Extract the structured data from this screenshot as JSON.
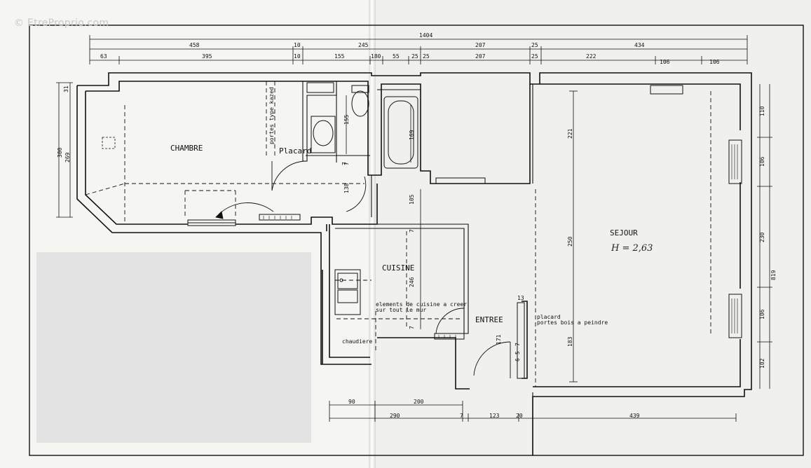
{
  "watermark": "© EtreProprio.com",
  "rooms": {
    "chambre": "CHAMBRE",
    "placard": "Placard",
    "cuisine": "CUISINE",
    "sejour": "SEJOUR",
    "entree": "ENTREE",
    "chaudiere": "chaudiere",
    "placard_entree": "placard",
    "portes_bois": "portes bois a peindre",
    "portes_type": "portes type kazed",
    "elements_cuisine": "elements de cuisine a creer",
    "sur_tout": "sur tout le mur",
    "hauteur": "H = 2,63"
  },
  "dimensions": {
    "top_total": "1404",
    "top_row1": [
      "458",
      "10",
      "245",
      "207",
      "25",
      "434"
    ],
    "top_row2": [
      "63",
      "395",
      "10",
      "155",
      "180",
      "55",
      "25",
      "25",
      "207",
      "25",
      "222",
      "106",
      "106"
    ],
    "left": [
      "31",
      "300",
      "269"
    ],
    "right_outer": "819",
    "right_inner": [
      "110",
      "106",
      "230",
      "106",
      "102"
    ],
    "bottom_row1": [
      "90",
      "200"
    ],
    "bottom_row2": [
      "290",
      "7",
      "123",
      "20",
      "439"
    ],
    "interior": [
      "155",
      "7",
      "138",
      "169",
      "105",
      "7",
      "246",
      "7",
      "221",
      "250",
      "183",
      "13",
      "7",
      "171",
      "6",
      "5",
      "7"
    ]
  }
}
